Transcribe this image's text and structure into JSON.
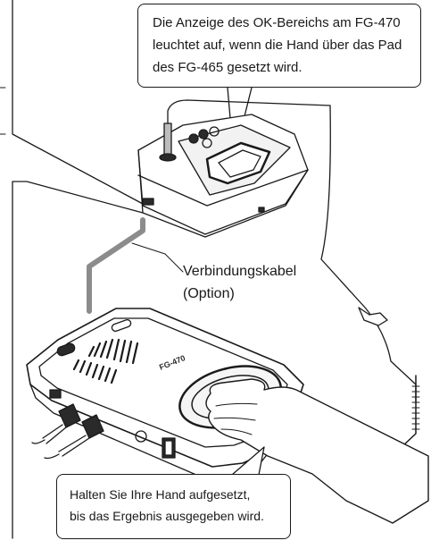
{
  "callouts": {
    "top": {
      "lines": [
        "Die Anzeige des OK-Bereichs am FG-470",
        "leuchtet auf, wenn die Hand über das Pad",
        "des FG-465 gesetzt wird."
      ]
    },
    "bottom": {
      "lines": [
        "Halten Sie Ihre Hand aufgesetzt,",
        "bis das Ergebnis ausgegeben wird."
      ]
    }
  },
  "cable": {
    "name": "Verbindungskabel",
    "note": "(Option)"
  },
  "colors": {
    "line": "#1a1a1a",
    "cable": "#8c8c8c",
    "device_fill": "#ffffff",
    "device_dark": "#2a2a2a"
  }
}
